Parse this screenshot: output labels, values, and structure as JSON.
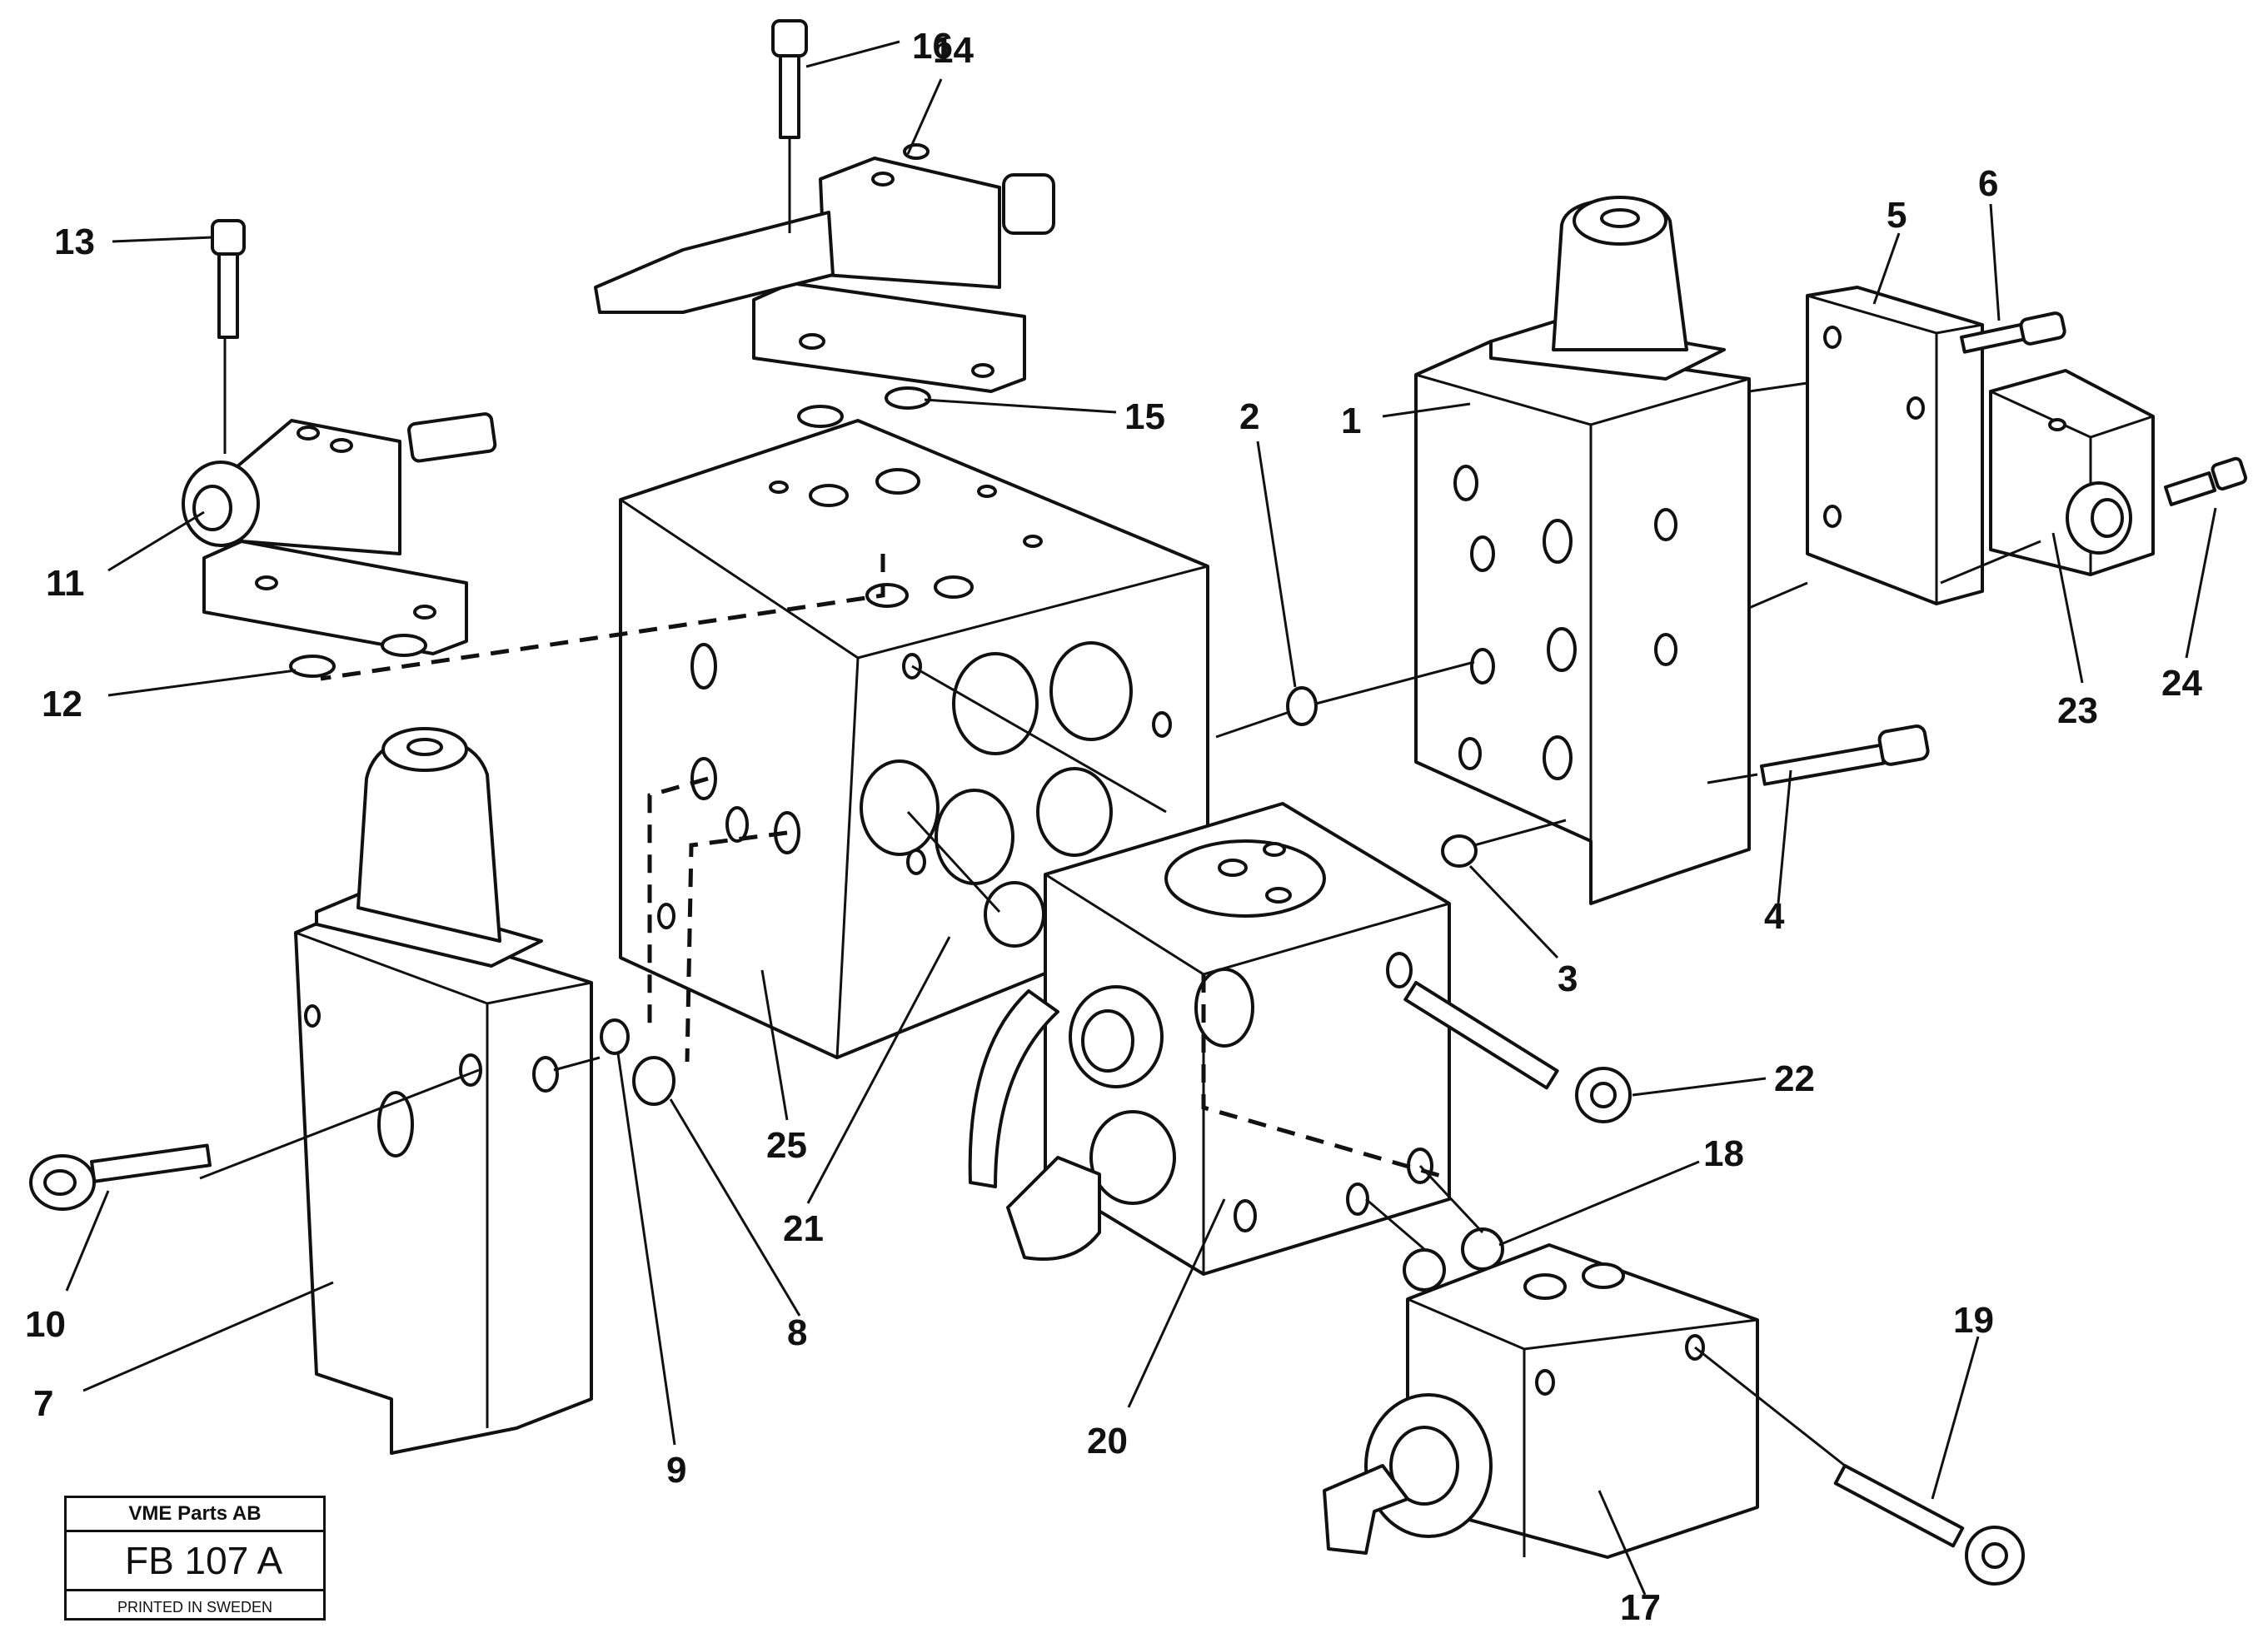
{
  "callouts": [
    "1",
    "2",
    "3",
    "4",
    "5",
    "6",
    "7",
    "8",
    "9",
    "10",
    "11",
    "12",
    "13",
    "14",
    "15",
    "16",
    "17",
    "18",
    "19",
    "20",
    "21",
    "22",
    "23",
    "24",
    "25"
  ],
  "title_block": {
    "company": "VME Parts AB",
    "code": "FB 107 A",
    "printed": "PRINTED IN SWEDEN"
  }
}
